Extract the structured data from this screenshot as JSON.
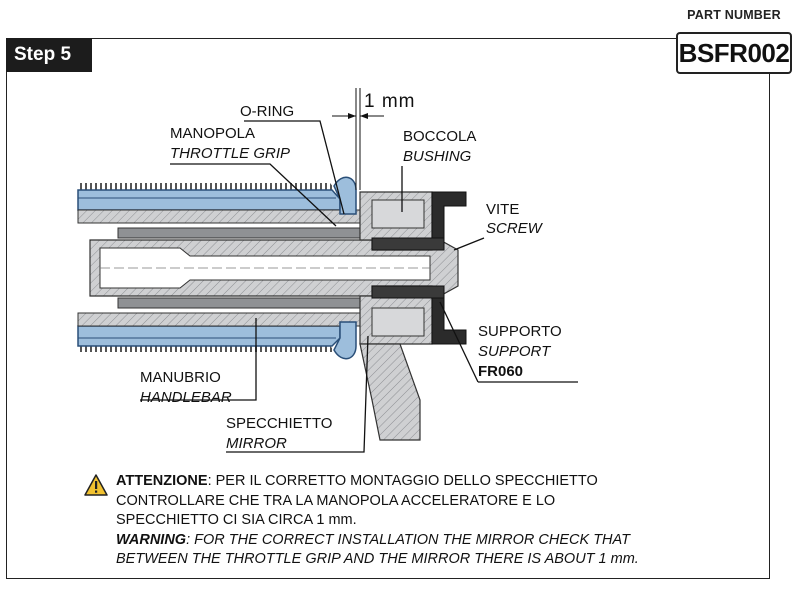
{
  "header": {
    "step_label": "Step 5",
    "part_number_label": "PART NUMBER",
    "part_number": "BSFR002"
  },
  "diagram": {
    "dimension": "1 mm",
    "labels": {
      "oring": "O-RING",
      "manopola": "MANOPOLA",
      "throttle_grip": "THROTTLE GRIP",
      "boccola": "BOCCOLA",
      "bushing": "BUSHING",
      "vite": "VITE",
      "screw": "SCREW",
      "supporto": "SUPPORTO",
      "support": "SUPPORT",
      "support_code": "FR060",
      "manubrio": "MANUBRIO",
      "handlebar": "HANDLEBAR",
      "specchietto": "SPECCHIETTO",
      "mirror": "MIRROR"
    }
  },
  "warning": {
    "icon": "warning-triangle-icon",
    "it_heading": "ATTENZIONE",
    "it_line1": ": PER IL CORRETTO MONTAGGIO DELLO SPECCHIETTO",
    "it_line2": "CONTROLLARE CHE TRA LA MANOPOLA ACCELERATORE E LO",
    "it_line3": "SPECCHIETTO CI SIA CIRCA 1 mm.",
    "en_heading": "WARNING",
    "en_line1": ": FOR THE CORRECT INSTALLATION THE MIRROR CHECK THAT",
    "en_line2": "BETWEEN THE THROTTLE GRIP AND THE  MIRROR THERE IS ABOUT 1 mm."
  }
}
